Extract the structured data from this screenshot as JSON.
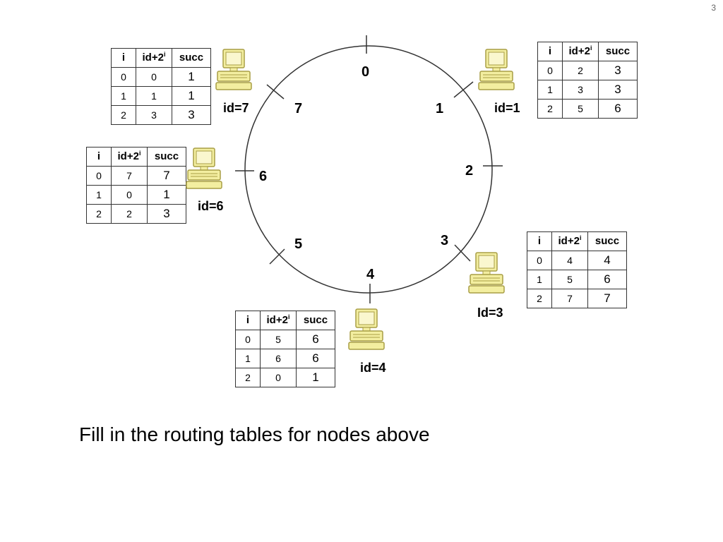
{
  "slide_number": "3",
  "ring": {
    "positions": [
      "0",
      "1",
      "2",
      "3",
      "4",
      "5",
      "6",
      "7"
    ]
  },
  "nodes": [
    {
      "id": "id=7",
      "table": [
        [
          "0",
          "0",
          "1"
        ],
        [
          "1",
          "1",
          "1"
        ],
        [
          "2",
          "3",
          "3"
        ]
      ]
    },
    {
      "id": "id=1",
      "table": [
        [
          "0",
          "2",
          "3"
        ],
        [
          "1",
          "3",
          "3"
        ],
        [
          "2",
          "5",
          "6"
        ]
      ]
    },
    {
      "id": "id=6",
      "table": [
        [
          "0",
          "7",
          "7"
        ],
        [
          "1",
          "0",
          "1"
        ],
        [
          "2",
          "2",
          "3"
        ]
      ]
    },
    {
      "id": "Id=3",
      "table": [
        [
          "0",
          "4",
          "4"
        ],
        [
          "1",
          "5",
          "6"
        ],
        [
          "2",
          "7",
          "7"
        ]
      ]
    },
    {
      "id": "id=4",
      "table": [
        [
          "0",
          "5",
          "6"
        ],
        [
          "1",
          "6",
          "6"
        ],
        [
          "2",
          "0",
          "1"
        ]
      ]
    }
  ],
  "table_headers": {
    "i": "i",
    "idbase": "id+2",
    "exp": "i",
    "succ": "succ"
  },
  "colors": {
    "computer_fill": "#f3eea0",
    "computer_stroke": "#a89e45",
    "ring_stroke": "#333333"
  },
  "icons": [
    "computer-icon"
  ],
  "prompt": "Fill in the routing tables for nodes above"
}
